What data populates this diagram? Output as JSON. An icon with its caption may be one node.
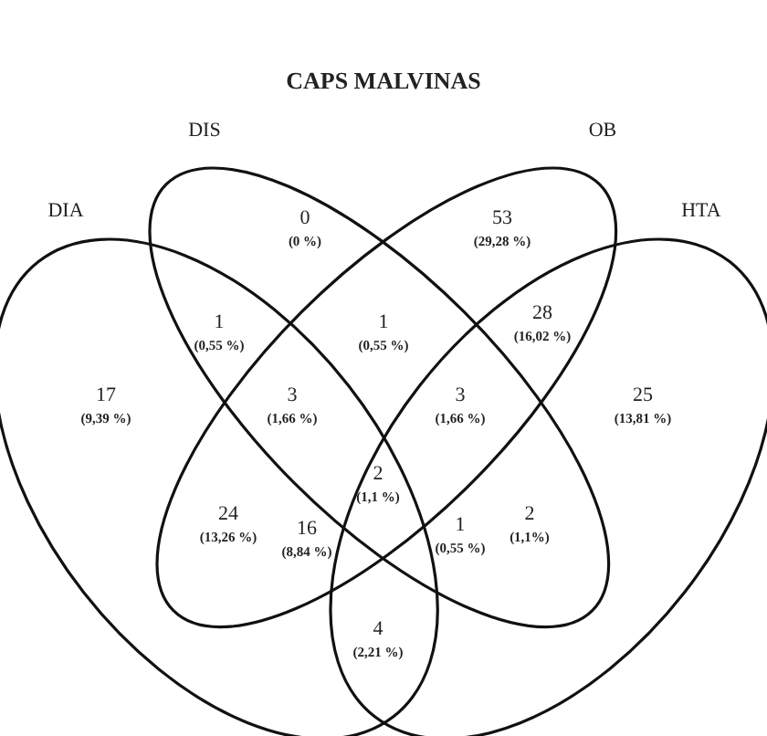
{
  "diagram": {
    "title": "CAPS MALVINAS",
    "nodes": [
      {
        "text": [
          "DIA"
        ]
      },
      {
        "text": [
          "DIS"
        ]
      },
      {
        "text": [
          "OB"
        ]
      },
      {
        "text": [
          "HTA"
        ]
      }
    ],
    "labels": [
      "0",
      "(0 %)",
      "53",
      "(29,28 %)",
      "1",
      "(0,55 %)",
      "1",
      "(0,55 %)",
      "28",
      "(16,02 %)",
      "17",
      "(9,39 %)",
      "3",
      "(1,66 %)",
      "3",
      "(1,66 %)",
      "25",
      "(13,81 %)",
      "2",
      "(1,1 %)",
      "24",
      "(13,26 %)",
      "2",
      "(1,1%)",
      "16",
      "(8,84 %)",
      "1",
      "(0,55 %)",
      "4",
      "(2,21 %)"
    ]
  }
}
